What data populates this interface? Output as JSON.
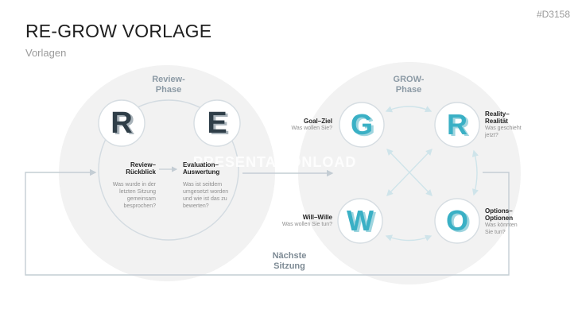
{
  "doc_id": "#D3158",
  "title": "RE-GROW VORLAGE",
  "subtitle": "Vorlagen",
  "watermark": "PRESENTATIONLOAD",
  "review_phase": {
    "label_line1": "Review-",
    "label_line2": "Phase",
    "letters": [
      "R",
      "E"
    ],
    "review": {
      "title_line1": "Review–",
      "title_line2": "Rückblick",
      "desc": [
        "Was wurde in der",
        "letzten Sitzung",
        "gemeinsam",
        "besprochen?"
      ]
    },
    "evaluation": {
      "title_line1": "Evaluation–",
      "title_line2": "Auswertung",
      "desc": [
        "Was ist seitdem",
        "umgesetzt worden",
        "und wie ist das zu",
        "bewerten?"
      ]
    }
  },
  "grow_phase": {
    "label_line1": "GROW-",
    "label_line2": "Phase",
    "letters": [
      "G",
      "R",
      "W",
      "O"
    ],
    "goal": {
      "title": "Goal–Ziel",
      "desc": [
        "Was wollen Sie?"
      ]
    },
    "reality": {
      "title_line1": "Reality–",
      "title_line2": "Realität",
      "desc": [
        "Was geschieht",
        "jetzt?"
      ]
    },
    "will": {
      "title": "Will–Wille",
      "desc": [
        "Was wollen Sie tun?"
      ]
    },
    "options": {
      "title_line1": "Options–",
      "title_line2": "Optionen",
      "desc": [
        "Was könnten",
        "Sie tun?"
      ]
    }
  },
  "next_session": {
    "line1": "Nächste",
    "line2": "Sitzung"
  },
  "colors": {
    "accent": "#3ab0c5",
    "dark_letter": "#2f3e48",
    "circle_bg": "#f2f2f2",
    "line": "#c4cdd4"
  }
}
